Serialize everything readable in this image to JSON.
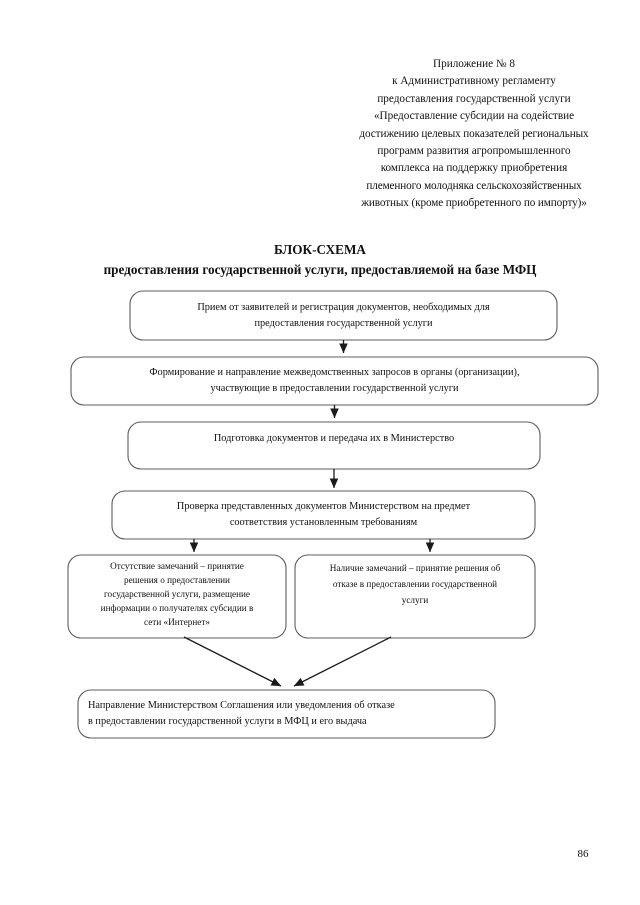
{
  "document": {
    "page_number": "86",
    "appendix_header": [
      "Приложение № 8",
      "к Административному регламенту",
      "предоставления государственной услуги",
      "«Предоставление субсидии на содействие",
      "достижению целевых показателей региональных",
      "программ развития агропромышленного",
      "комплекса на поддержку  приобретения",
      "племенного молодняка сельскохозяйственных",
      "животных (кроме приобретенного по импорту)»"
    ],
    "scheme_title": {
      "line1": "БЛОК-СХЕМА",
      "line2": "предоставления государственной услуги, предоставляемой на базе МФЦ"
    }
  },
  "flowchart": {
    "nodes": [
      {
        "id": "node-1",
        "name": "acceptance-registration-step",
        "lines": [
          "Прием от заявителей и регистрация документов, необходимых для",
          "предоставления государственной услуги"
        ]
      },
      {
        "id": "node-2",
        "name": "interagency-requests-step",
        "lines": [
          "Формирование и направление межведомственных запросов в органы (организации),",
          "участвующие в предоставлении государственной услуги"
        ]
      },
      {
        "id": "node-3",
        "name": "documents-preparation-step",
        "lines": [
          "Подготовка документов и передача их в Министерство"
        ]
      },
      {
        "id": "node-4",
        "name": "documents-verification-step",
        "lines": [
          "Проверка представленных документов Министерством на предмет",
          "соответствия установленным требованиям"
        ]
      },
      {
        "id": "node-5",
        "name": "no-remarks-decision-step",
        "lines": [
          "Отсутствие замечаний – принятие",
          "решения о предоставлении",
          "государственной услуги, размещение",
          "информации о получателях субсидии в",
          "сети «Интернет»"
        ]
      },
      {
        "id": "node-6",
        "name": "remarks-refusal-decision-step",
        "lines": [
          "Наличие замечаний – принятие решения об",
          "отказе в предоставлении государственной",
          "услуги"
        ]
      },
      {
        "id": "node-7",
        "name": "agreement-delivery-step",
        "lines": [
          "Направление Министерством Соглашения или уведомления об отказе",
          "в предоставлении государственной услуги в МФЦ и его выдача"
        ]
      }
    ],
    "connectors": [
      {
        "name": "connector-1-to-2",
        "type": "vertical-arrow"
      },
      {
        "name": "connector-2-to-3",
        "type": "vertical-arrow"
      },
      {
        "name": "connector-3-to-4",
        "type": "vertical-arrow"
      },
      {
        "name": "connector-4-to-5",
        "type": "vertical-arrow"
      },
      {
        "name": "connector-4-to-6",
        "type": "vertical-arrow"
      },
      {
        "name": "connector-5-to-7",
        "type": "diagonal-arrow"
      },
      {
        "name": "connector-6-to-7",
        "type": "diagonal-arrow"
      }
    ]
  },
  "colors": {
    "page_background": "#ffffff",
    "text": "#111111",
    "box_border": "#5d5d5d",
    "connector": "#1a1a1a"
  }
}
